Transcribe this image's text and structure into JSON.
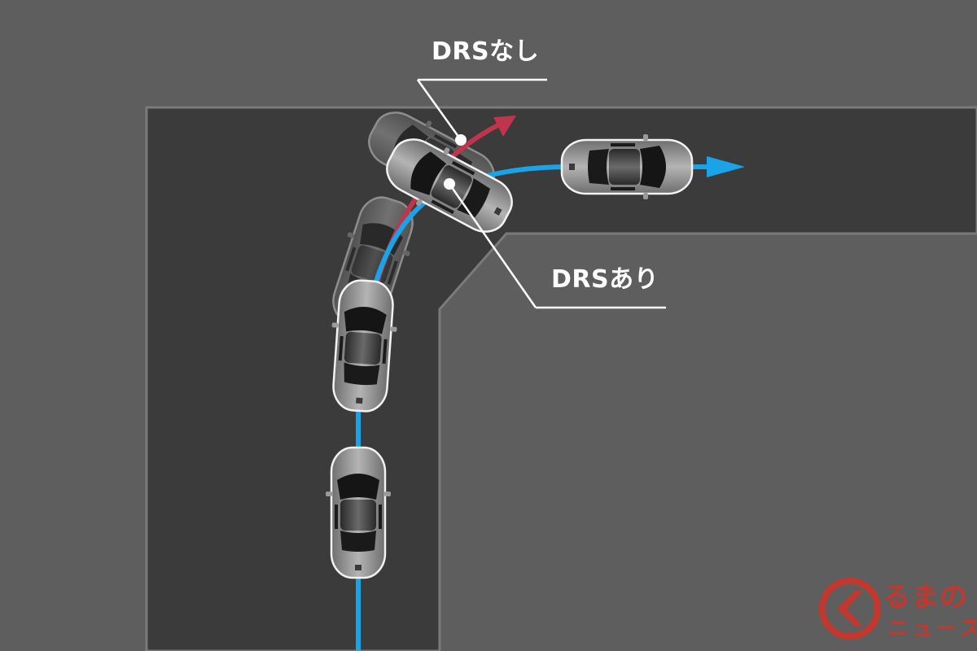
{
  "labels": {
    "without_drs": "DRSなし",
    "with_drs": "DRSあり"
  },
  "logo": {
    "line1": "るまの",
    "line2": "ニュース"
  },
  "colors": {
    "background": "#5e5e5e",
    "road": "#3b3b3b",
    "path_with_drs": "#1aa3e8",
    "path_without_drs": "#c0344c",
    "label_text": "#ffffff",
    "logo_red": "#c2382f"
  },
  "icons": [
    "car-top-view",
    "arrow-head",
    "logo-circle"
  ]
}
